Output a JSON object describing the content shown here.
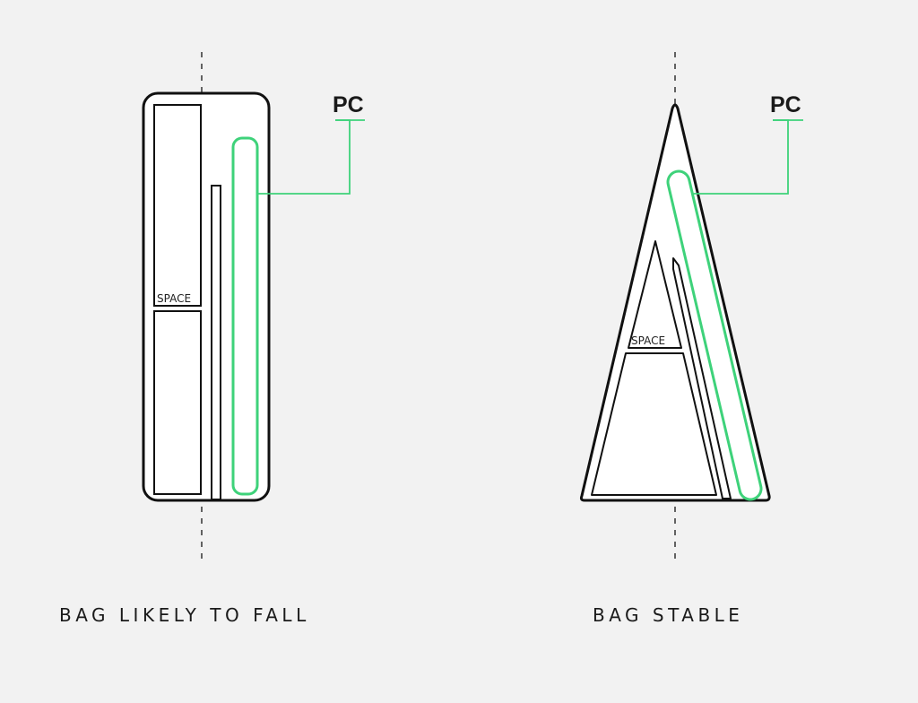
{
  "colors": {
    "background": "#f2f2f2",
    "outline": "#111111",
    "pc_highlight": "#3ed27a",
    "axis": "#333333"
  },
  "left_panel": {
    "pc_label": "PC",
    "space_label": "SPACE",
    "caption": "BAG LIKELY TO FALL"
  },
  "right_panel": {
    "pc_label": "PC",
    "space_label": "SPACE",
    "caption": "BAG STABLE"
  }
}
